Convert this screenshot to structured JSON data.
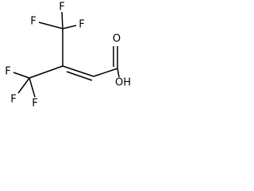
{
  "molecule": {
    "atoms": {
      "f1": "F",
      "f2": "F",
      "f3": "F",
      "f4": "F",
      "f5": "F",
      "f6": "F",
      "carbonyl_o": "O",
      "hydroxyl": "OH"
    }
  }
}
